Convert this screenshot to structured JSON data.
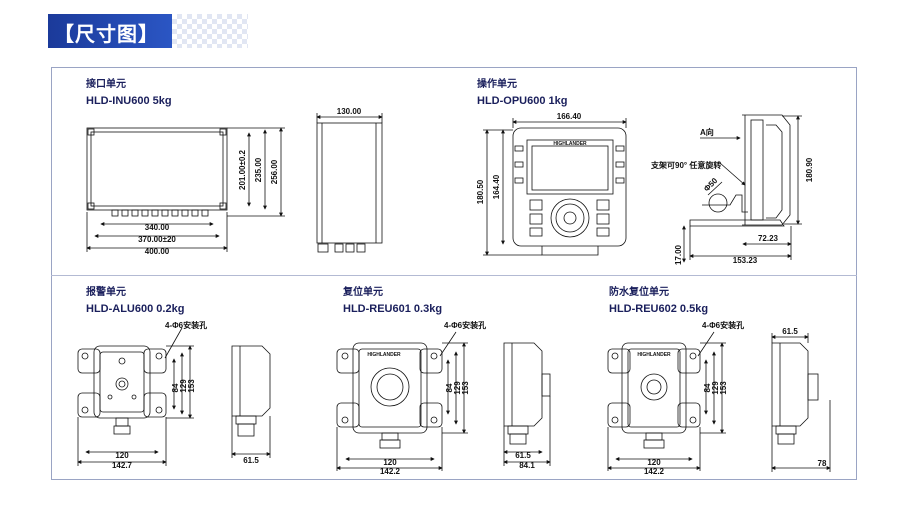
{
  "section_title": "【尺寸图】",
  "units": {
    "inu": {
      "title": "接口单元",
      "model": "HLD-INU600  5kg"
    },
    "opu": {
      "title": "操作单元",
      "model": "HLD-OPU600  1kg"
    },
    "alu": {
      "title": "报警单元",
      "model": "HLD-ALU600  0.2kg"
    },
    "reu601": {
      "title": "复位单元",
      "model": "HLD-REU601  0.3kg"
    },
    "reu602": {
      "title": "防水复位单元",
      "model": "HLD-REU602  0.5kg"
    }
  },
  "dims": {
    "inu_340": "340.00",
    "inu_370": "370.00±20",
    "inu_400": "400.00",
    "inu_201": "201.00±0.2",
    "inu_235": "235.00",
    "inu_256": "256.00",
    "inu_130": "130.00",
    "opu_166": "166.40",
    "opu_180": "180.50",
    "opu_164": "164.40",
    "opu_a": "A向",
    "opu_rot": "支架可90° 任意旋转",
    "opu_phi": "Φ50",
    "opu_180r": "180.90",
    "opu_17": "17.00",
    "opu_72": "72.23",
    "opu_153": "153.23",
    "opu_brand": "HIGHLANDER",
    "mount_hole": "4-Φ6安装孔",
    "alu_84": "84",
    "alu_129": "129",
    "alu_153": "153",
    "alu_120": "120",
    "alu_142": "142.7",
    "alu_615": "61.5",
    "r1_84": "84",
    "r1_129": "129",
    "r1_153": "153",
    "r1_120": "120",
    "r1_142": "142.2",
    "r1_615": "61.5",
    "r1_841": "84.1",
    "r1_brand": "HIGHLANDER",
    "r2_84": "84",
    "r2_129": "129",
    "r2_153": "153",
    "r2_120": "120",
    "r2_142": "142.2",
    "r2_615": "61.5",
    "r2_78": "78",
    "r2_brand": "HIGHLANDER"
  }
}
